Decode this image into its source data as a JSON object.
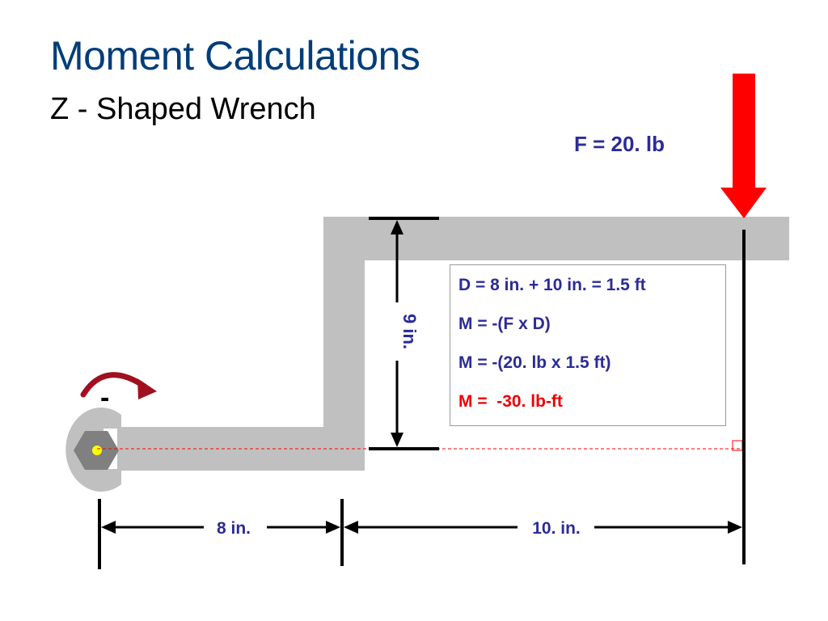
{
  "slide": {
    "title": "Moment Calculations",
    "subtitle": "Z - Shaped Wrench"
  },
  "force_label": "F = 20. lb",
  "dimensions": {
    "height_label": "9 in.",
    "left_span_label": "8 in.",
    "right_span_label": "10. in."
  },
  "calculation": {
    "lines": [
      "D = 8 in. + 10 in. = 1.5 ft",
      "M = -(F x D)",
      "M = -(20. lb x 1.5 ft)",
      "M =  -30. lb-ft"
    ]
  },
  "rotation_sign": "-",
  "colors": {
    "title": "#003d7a",
    "text_blue": "#2b2b99",
    "result_red": "#ee0000",
    "force_arrow": "#ff0000",
    "wrench_gray": "#c0c0c0",
    "nut_gray": "#808080",
    "center_dot": "#ffff00",
    "rotation_arrow": "#a01020"
  }
}
